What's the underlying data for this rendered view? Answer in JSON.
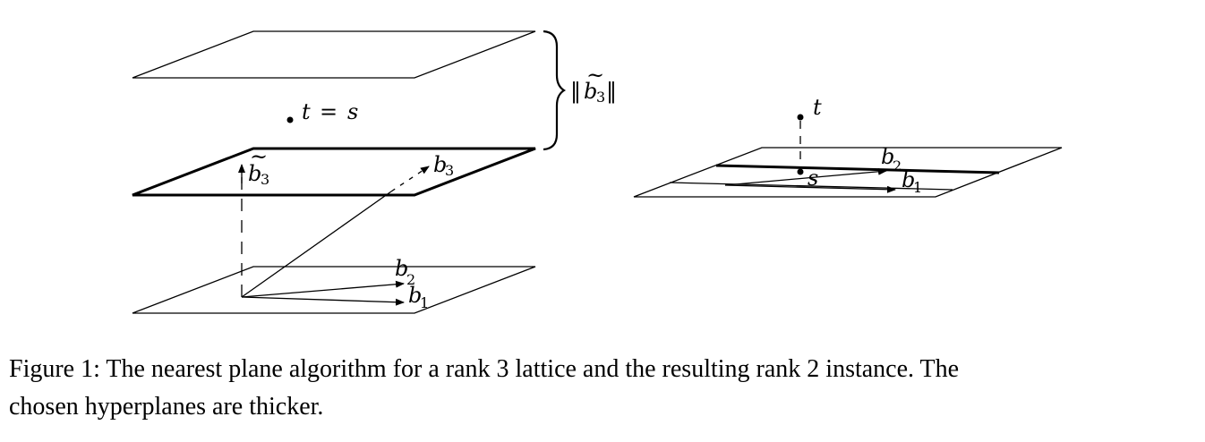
{
  "figure": {
    "left": {
      "norm_label": "‖b̃₃‖",
      "norm_bars": "‖",
      "norm_base": "b",
      "norm_sub": "3",
      "point_label": "t = s",
      "point_label_t": "t",
      "point_label_eq": "=",
      "point_label_s": "s",
      "btilde3_base": "b",
      "btilde3_sub": "3",
      "b3_base": "b",
      "b3_sub": "3",
      "b2_base": "b",
      "b2_sub": "2",
      "b1_base": "b",
      "b1_sub": "1"
    },
    "right": {
      "t_label": "t",
      "s_label": "s",
      "b2_base": "b",
      "b2_sub": "2",
      "b1_base": "b",
      "b1_sub": "1"
    }
  },
  "caption": {
    "line1": "Figure 1: The nearest plane algorithm for a rank 3 lattice and the resulting rank 2 instance. The",
    "line2": "chosen hyperplanes are thicker."
  }
}
